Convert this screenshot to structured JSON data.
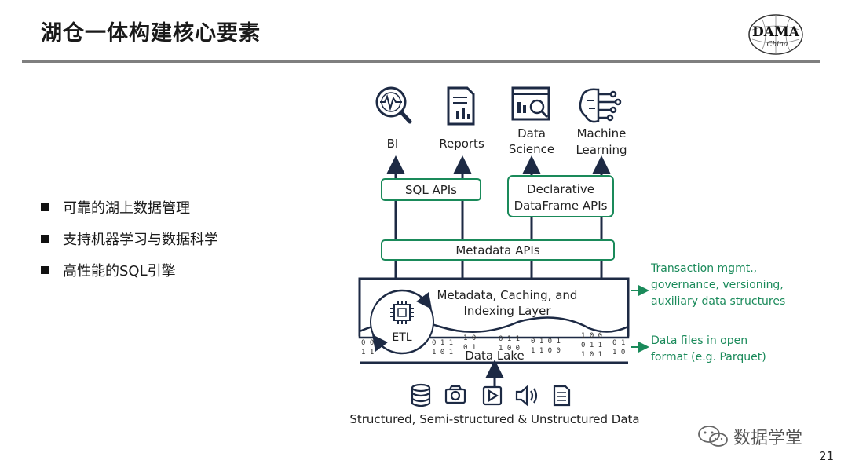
{
  "page": {
    "title": "湖仓一体构建核心要素",
    "logo_text": "DAMA",
    "logo_subtext": "China",
    "page_number": "21",
    "watermark": "数据学堂"
  },
  "bullets": [
    "可靠的湖上数据管理",
    "支持机器学习与数据科学",
    "高性能的SQL引擎"
  ],
  "diagram": {
    "consumers": [
      {
        "label": "BI",
        "icon": "bi-magnifier-icon"
      },
      {
        "label": "Reports",
        "icon": "report-document-icon"
      },
      {
        "label_line1": "Data",
        "label_line2": "Science",
        "icon": "data-science-screen-icon"
      },
      {
        "label_line1": "Machine",
        "label_line2": "Learning",
        "icon": "brain-circuit-icon"
      }
    ],
    "sql_apis": "SQL APIs",
    "declarative_line1": "Declarative",
    "declarative_line2": "DataFrame APIs",
    "metadata_apis": "Metadata APIs",
    "metadata_layer_line1": "Metadata, Caching, and",
    "metadata_layer_line2": "Indexing Layer",
    "etl": "ETL",
    "data_lake": "Data Lake",
    "note_metadata_line1": "Transaction mgmt.,",
    "note_metadata_line2": "governance, versioning,",
    "note_metadata_line3": "auxiliary data structures",
    "note_files_line1": "Data files in open",
    "note_files_line2": "format (e.g. Parquet)",
    "sources_caption": "Structured, Semi-structured & Unstructured Data",
    "source_icons": [
      "database-icon",
      "camera-icon",
      "video-play-icon",
      "audio-speaker-icon",
      "text-document-icon"
    ],
    "colors": {
      "accent": "#1a8a5a",
      "dark": "#1d2a44"
    }
  }
}
